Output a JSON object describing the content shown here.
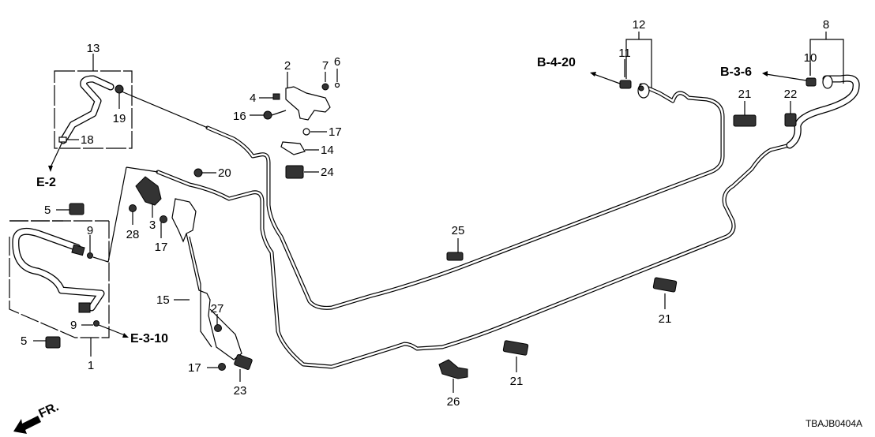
{
  "diagram": {
    "title": "Brake pipe / fuel line parts diagram",
    "drawing_code": "TBAJB0404A",
    "direction_indicator": "FR.",
    "part_labels": [
      {
        "id": "1",
        "text": "1"
      },
      {
        "id": "2",
        "text": "2"
      },
      {
        "id": "3",
        "text": "3"
      },
      {
        "id": "4",
        "text": "4"
      },
      {
        "id": "5a",
        "text": "5"
      },
      {
        "id": "5b",
        "text": "5"
      },
      {
        "id": "6",
        "text": "6"
      },
      {
        "id": "7",
        "text": "7"
      },
      {
        "id": "8",
        "text": "8"
      },
      {
        "id": "9a",
        "text": "9"
      },
      {
        "id": "9b",
        "text": "9"
      },
      {
        "id": "10",
        "text": "10"
      },
      {
        "id": "11",
        "text": "11"
      },
      {
        "id": "12",
        "text": "12"
      },
      {
        "id": "13",
        "text": "13"
      },
      {
        "id": "14",
        "text": "14"
      },
      {
        "id": "15",
        "text": "15"
      },
      {
        "id": "16",
        "text": "16"
      },
      {
        "id": "17a",
        "text": "17"
      },
      {
        "id": "17b",
        "text": "17"
      },
      {
        "id": "17c",
        "text": "17"
      },
      {
        "id": "18",
        "text": "18"
      },
      {
        "id": "19",
        "text": "19"
      },
      {
        "id": "20",
        "text": "20"
      },
      {
        "id": "21a",
        "text": "21"
      },
      {
        "id": "21b",
        "text": "21"
      },
      {
        "id": "21c",
        "text": "21"
      },
      {
        "id": "22",
        "text": "22"
      },
      {
        "id": "23",
        "text": "23"
      },
      {
        "id": "24",
        "text": "24"
      },
      {
        "id": "25",
        "text": "25"
      },
      {
        "id": "26",
        "text": "26"
      },
      {
        "id": "27",
        "text": "27"
      },
      {
        "id": "28",
        "text": "28"
      }
    ],
    "references": [
      {
        "id": "e2",
        "text": "E-2"
      },
      {
        "id": "e310",
        "text": "E-3-10"
      },
      {
        "id": "b420",
        "text": "B-4-20"
      },
      {
        "id": "b36",
        "text": "B-3-6"
      }
    ]
  }
}
